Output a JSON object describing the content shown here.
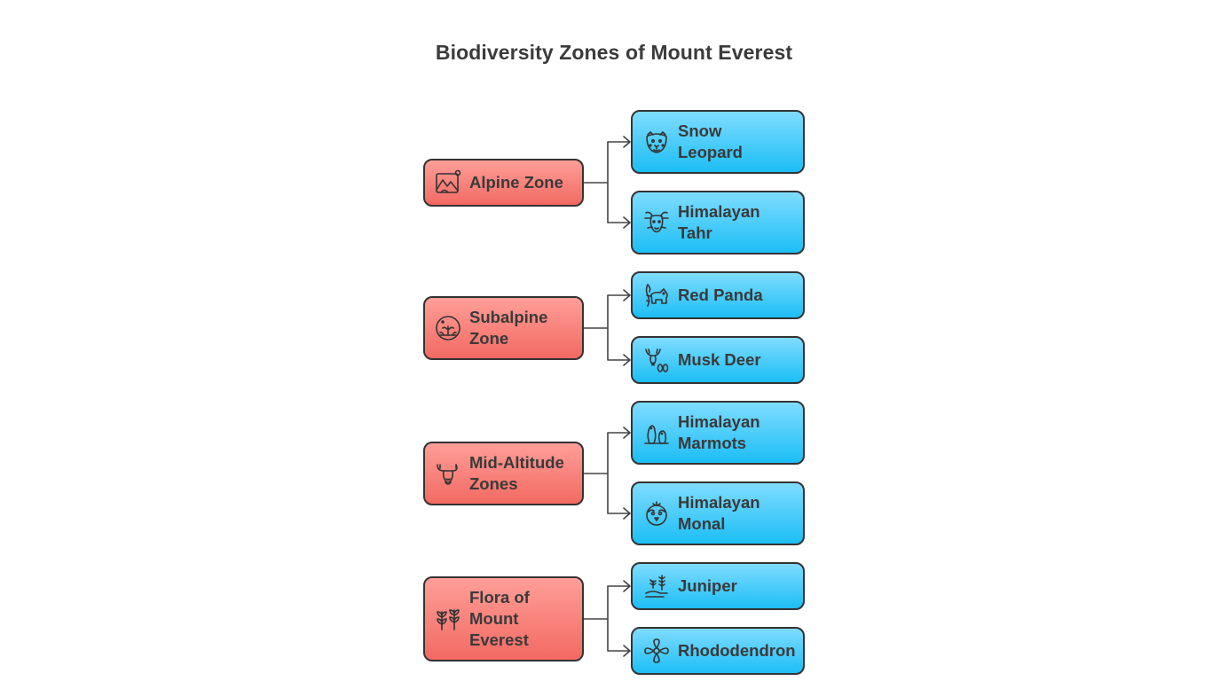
{
  "title": "Biodiversity Zones of Mount Everest",
  "colors": {
    "zone_fill": "#f8837b",
    "species_fill": "#3fc8f8",
    "stroke": "#333333"
  },
  "zones": [
    {
      "label": "Alpine Zone",
      "icon": "mountain-sun-icon",
      "species": [
        {
          "label": "Snow\nLeopard",
          "icon": "leopard-face-icon"
        },
        {
          "label": "Himalayan\nTahr",
          "icon": "goat-face-icon"
        }
      ]
    },
    {
      "label": "Subalpine\nZone",
      "icon": "circle-plants-icon",
      "species": [
        {
          "label": "Red Panda",
          "icon": "red-panda-icon"
        },
        {
          "label": "Musk Deer",
          "icon": "deer-icon"
        }
      ]
    },
    {
      "label": "Mid-Altitude\nZones",
      "icon": "moose-icon",
      "species": [
        {
          "label": "Himalayan\nMarmots",
          "icon": "marmots-icon"
        },
        {
          "label": "Himalayan\nMonal",
          "icon": "monal-bird-icon"
        }
      ]
    },
    {
      "label": "Flora of\nMount\nEverest",
      "icon": "flowers-icon",
      "species": [
        {
          "label": "Juniper",
          "icon": "juniper-icon"
        },
        {
          "label": "Rhododendron",
          "icon": "flower-icon"
        }
      ]
    }
  ]
}
